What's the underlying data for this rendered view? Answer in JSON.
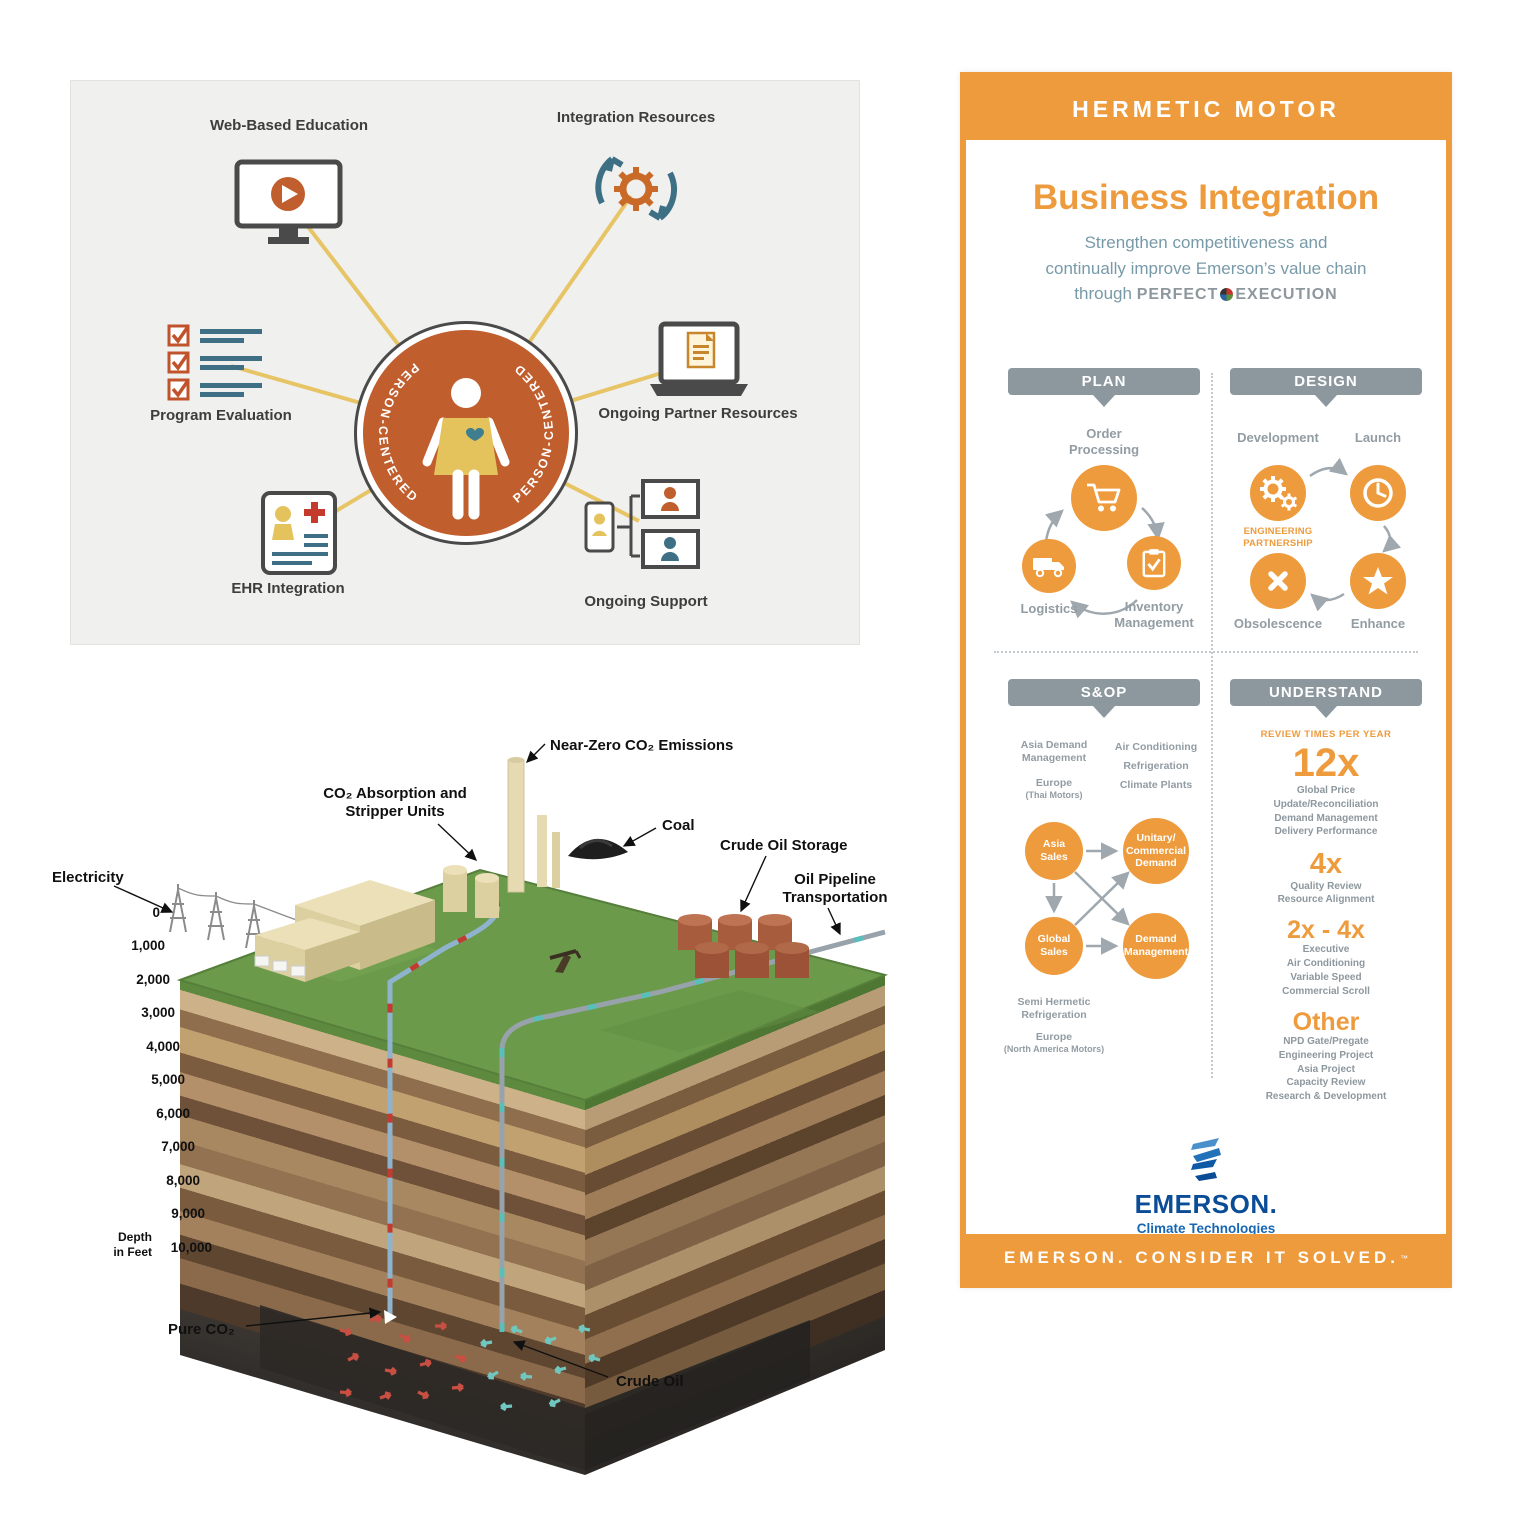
{
  "colors": {
    "orange": "#EE9B3D",
    "rust": "#C05E2E",
    "gray": "#8D979E",
    "teal": "#3E7E8E",
    "gold": "#E7C567",
    "emerson_blue": "#0B4C97"
  },
  "person_centered": {
    "hub": {
      "left_text": "PERSON-CENTERED",
      "right_text": "PERSON-CENTERED"
    },
    "nodes": [
      {
        "label": "Web-Based Education"
      },
      {
        "label": "Integration Resources"
      },
      {
        "label": "Program Evaluation"
      },
      {
        "label": "Ongoing Partner Resources"
      },
      {
        "label": "EHR Integration"
      },
      {
        "label": "Ongoing Support"
      }
    ]
  },
  "geo": {
    "labels": {
      "near_zero": "Near-Zero CO₂ Emissions",
      "absorption_1": "CO₂ Absorption and",
      "absorption_2": "Stripper Units",
      "coal": "Coal",
      "crude_storage": "Crude Oil Storage",
      "pipeline_1": "Oil Pipeline",
      "pipeline_2": "Transportation",
      "electricity": "Electricity",
      "pure_co2": "Pure CO₂",
      "crude_oil": "Crude Oil",
      "depth_1": "Depth",
      "depth_2": "in Feet"
    },
    "depth_ticks": [
      "0",
      "1,000",
      "2,000",
      "3,000",
      "4,000",
      "5,000",
      "6,000",
      "7,000",
      "8,000",
      "9,000",
      "10,000"
    ]
  },
  "infographic": {
    "header": "HERMETIC MOTOR",
    "title": "Business Integration",
    "subtitle_1": "Strengthen competitiveness and",
    "subtitle_2": "continually improve Emerson’s value chain",
    "subtitle_3": "through",
    "perfect": "PERFECT",
    "execution": "EXECUTION",
    "plan": {
      "tab": "PLAN",
      "order_1": "Order",
      "order_2": "Processing",
      "logistics": "Logistics",
      "inventory_1": "Inventory",
      "inventory_2": "Management"
    },
    "design": {
      "tab": "DESIGN",
      "development": "Development",
      "launch": "Launch",
      "partnership_1": "ENGINEERING",
      "partnership_2": "PARTNERSHIP",
      "obsolescence": "Obsolescence",
      "enhance": "Enhance"
    },
    "sop": {
      "tab": "S&OP",
      "asia_demand_1": "Asia Demand",
      "asia_demand_2": "Management",
      "europe_1": "Europe",
      "europe_1_sub": "(Thai Motors)",
      "air_1": "Air Conditioning",
      "air_2": "Refrigeration",
      "air_3": "Climate Plants",
      "c_asia_1": "Asia",
      "c_asia_2": "Sales",
      "c_unitary_1": "Unitary/",
      "c_unitary_2": "Commercial",
      "c_unitary_3": "Demand",
      "c_global_1": "Global",
      "c_global_2": "Sales",
      "c_demand_1": "Demand",
      "c_demand_2": "Management",
      "semi_1": "Semi Hermetic",
      "semi_2": "Refrigeration",
      "europe_2": "Europe",
      "europe_2_sub": "(North America Motors)"
    },
    "understand": {
      "tab": "UNDERSTAND",
      "header": "REVIEW TIMES PER YEAR",
      "stats": [
        {
          "value": "12x",
          "lines": [
            "Global Price",
            "Update/Reconciliation",
            "Demand Management",
            "Delivery Performance"
          ]
        },
        {
          "value": "4x",
          "lines": [
            "Quality Review",
            "Resource Alignment"
          ]
        },
        {
          "value": "2x - 4x",
          "lines": [
            "Executive",
            "Air Conditioning",
            "Variable Speed",
            "Commercial Scroll"
          ]
        },
        {
          "value": "Other",
          "lines": [
            "NPD Gate/Pregate",
            "Engineering Project",
            "Asia Project",
            "Capacity Review",
            "Research & Development"
          ]
        }
      ]
    },
    "logo": {
      "name": "EMERSON.",
      "sub": "Climate Technologies"
    },
    "footer": {
      "text": "EMERSON. CONSIDER IT SOLVED.",
      "tm": "™"
    }
  }
}
